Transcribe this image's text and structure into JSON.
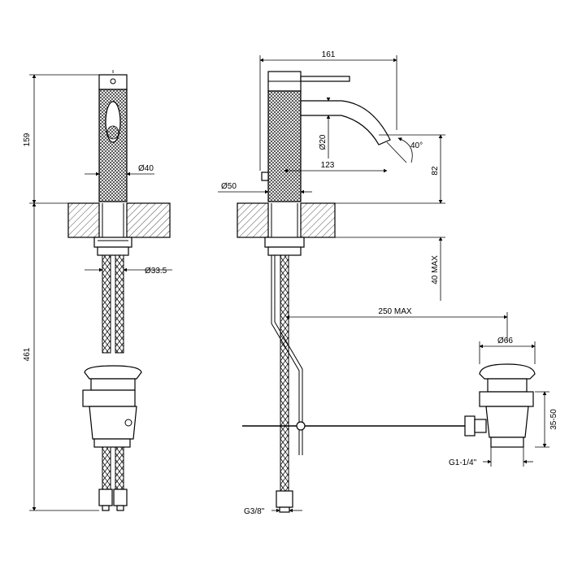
{
  "dimensions": {
    "front_height_upper": "159",
    "front_height_total": "461",
    "spout_diameter": "Ø40",
    "hose_diameter": "Ø33.5",
    "overall_length": "161",
    "spout_outlet_diameter": "Ø20",
    "spout_angle": "40°",
    "spout_reach": "123",
    "spout_height": "82",
    "base_diameter": "Ø50",
    "deck_thickness_max": "40 MAX",
    "drain_rod_reach": "250 MAX",
    "waste_diameter": "Ø66",
    "waste_range": "35-50",
    "waste_thread": "G1-1/4\"",
    "hose_thread": "G3/8\""
  }
}
